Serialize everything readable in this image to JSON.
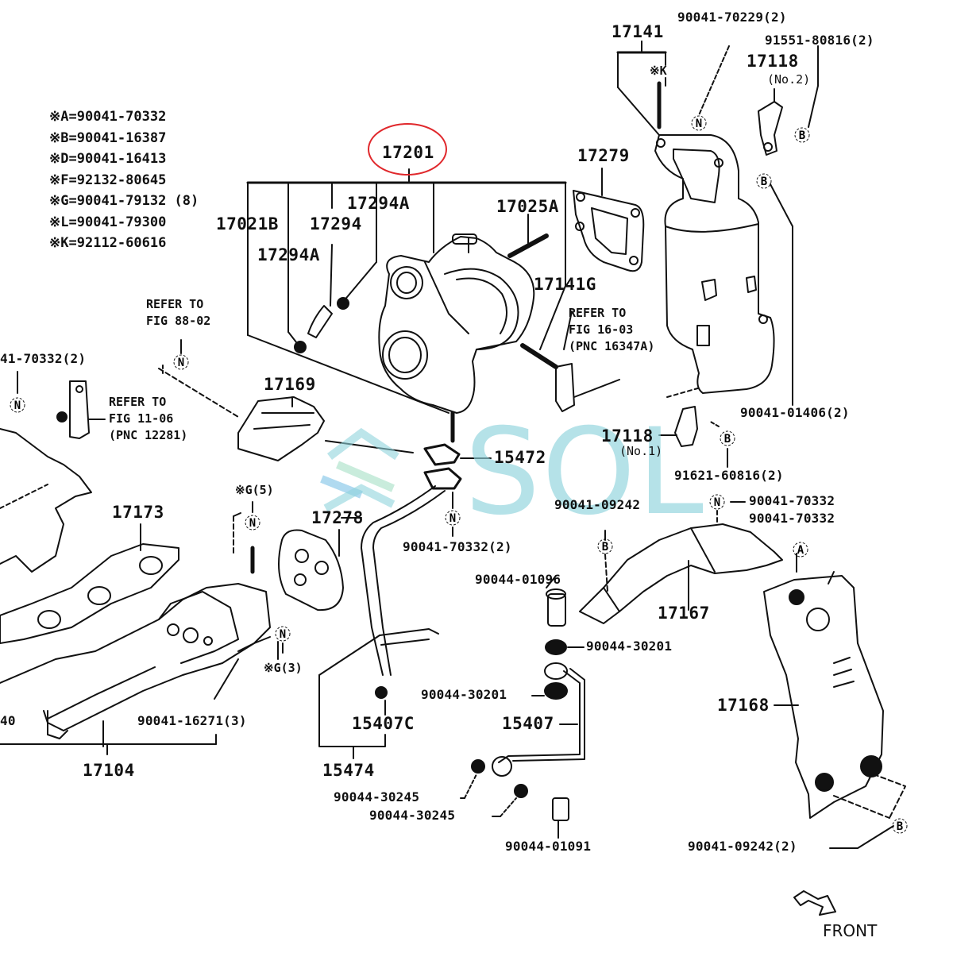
{
  "diagram": {
    "title": "Turbocharger & Exhaust Manifold Parts Diagram",
    "highlighted_part": "17201",
    "highlight_color": "#e0282c",
    "watermark_text": "SOL",
    "watermark_color": "#8fd3dc",
    "orientation_label": "FRONT"
  },
  "legend": [
    {
      "key": "※A",
      "value": "90041-70332"
    },
    {
      "key": "※B",
      "value": "90041-16387"
    },
    {
      "key": "※D",
      "value": "90041-16413"
    },
    {
      "key": "※F",
      "value": "92132-80645"
    },
    {
      "key": "※G",
      "value": "90041-79132 (8)"
    },
    {
      "key": "※L",
      "value": "90041-79300"
    },
    {
      "key": "※K",
      "value": "92112-60616"
    }
  ],
  "labels": {
    "p17201": "17201",
    "p17141": "17141",
    "p90041_70229": "90041-70229(2)",
    "p91551_80816": "91551-80816(2)",
    "p17118_no2": "17118",
    "no2": "(No.2)",
    "markK": "※K",
    "p17279": "17279",
    "p17025A": "17025A",
    "p17294A_top": "17294A",
    "p17021B": "17021B",
    "p17294": "17294",
    "p17294A_low": "17294A",
    "p17141G": "17141G",
    "refer_88_l1": "REFER TO",
    "refer_88_l2": "FIG 88-02",
    "refer_16_l1": "REFER TO",
    "refer_16_l2": "FIG 16-03",
    "refer_16_l3": "(PNC 16347A)",
    "p41_70332": "41-70332(2)",
    "refer_11_l1": "REFER TO",
    "refer_11_l2": "FIG 11-06",
    "refer_11_l3": "(PNC 12281)",
    "p17169": "17169",
    "p90041_01406": "90041-01406(2)",
    "p17118_no1": "17118",
    "no1": "(No.1)",
    "p15472": "15472",
    "p91621_60816": "91621-60816(2)",
    "p90041_09242_mid": "90041-09242",
    "p90041_70332_a": "90041-70332",
    "p90041_70332_b": "90041-70332",
    "p17173": "17173",
    "markG5": "※G(5)",
    "p17278": "17278",
    "p90041_70332_2": "90041-70332(2)",
    "p90044_01096": "90044-01096",
    "p17167": "17167",
    "p90044_30201_a": "90044-30201",
    "p90044_30201_b": "90044-30201",
    "markG3": "※G(3)",
    "p40": "40",
    "p90041_16271": "90041-16271(3)",
    "p15407C": "15407C",
    "p15407": "15407",
    "p17168": "17168",
    "p17104": "17104",
    "p15474": "15474",
    "p90044_30245_a": "90044-30245",
    "p90044_30245_b": "90044-30245",
    "p90044_01091": "90044-01091",
    "p90041_09242_2": "90041-09242(2)"
  },
  "symbols": {
    "N": "N",
    "B": "B",
    "A": "A"
  }
}
